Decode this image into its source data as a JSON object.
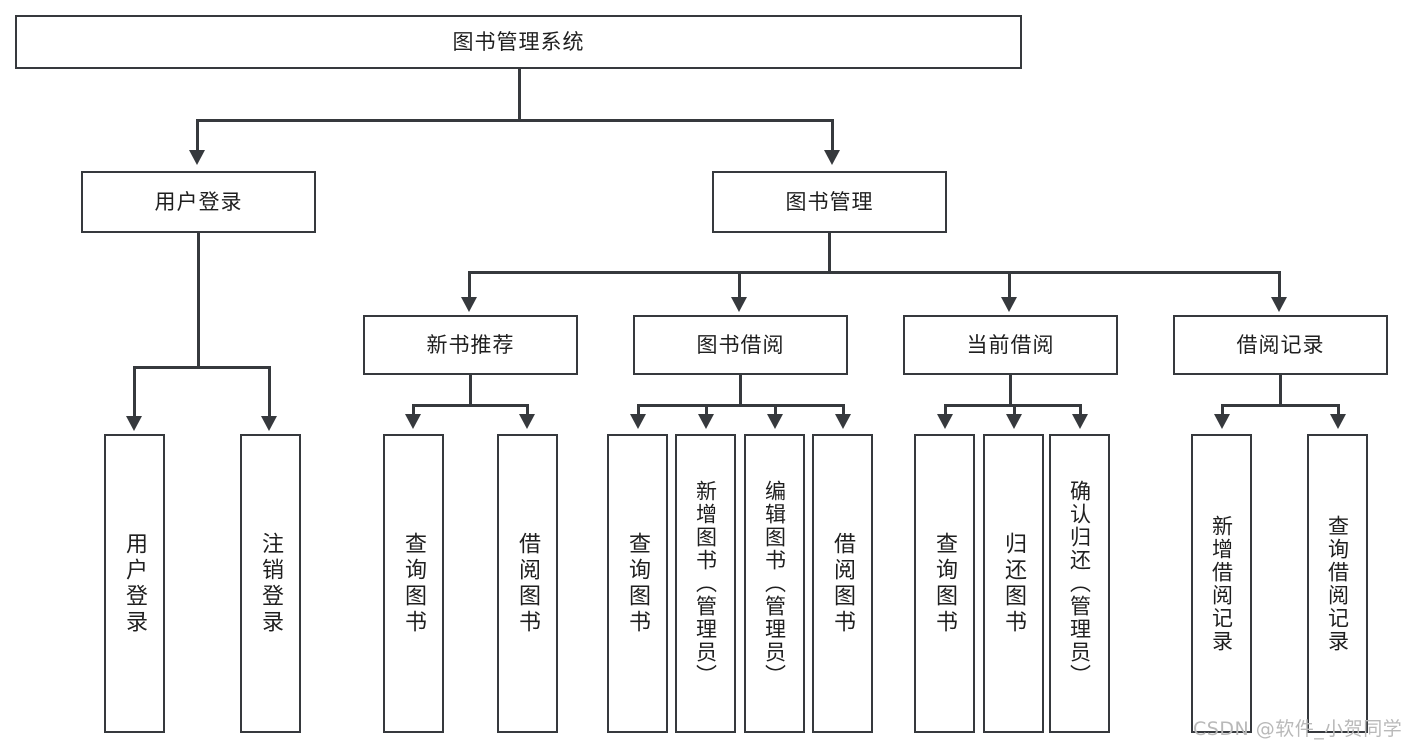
{
  "diagram": {
    "title": "图书管理系统",
    "type": "tree-hierarchy-chart",
    "root": {
      "label": "图书管理系统"
    },
    "level2": [
      {
        "label": "用户登录"
      },
      {
        "label": "图书管理"
      }
    ],
    "level3": [
      {
        "label": "新书推荐"
      },
      {
        "label": "图书借阅"
      },
      {
        "label": "当前借阅"
      },
      {
        "label": "借阅记录"
      }
    ],
    "leaves": {
      "user_login": [
        {
          "label": "用户登录"
        },
        {
          "label": "注销登录"
        }
      ],
      "new_book_recommend": [
        {
          "label": "查询图书"
        },
        {
          "label": "借阅图书"
        }
      ],
      "book_borrow": [
        {
          "label": "查询图书"
        },
        {
          "label": "新增图书（管理员）"
        },
        {
          "label": "编辑图书（管理员）"
        },
        {
          "label": "借阅图书"
        }
      ],
      "current_borrow": [
        {
          "label": "查询图书"
        },
        {
          "label": "归还图书"
        },
        {
          "label": "确认归还（管理员）"
        }
      ],
      "borrow_record": [
        {
          "label": "新增借阅记录"
        },
        {
          "label": "查询借阅记录"
        }
      ]
    }
  },
  "watermark": {
    "text": "CSDN @软件_小贺同学"
  },
  "colors": {
    "stroke": "#36393d",
    "fill": "#ffffff",
    "text": "#1f1f1f",
    "watermark": "#b9b9b9"
  }
}
